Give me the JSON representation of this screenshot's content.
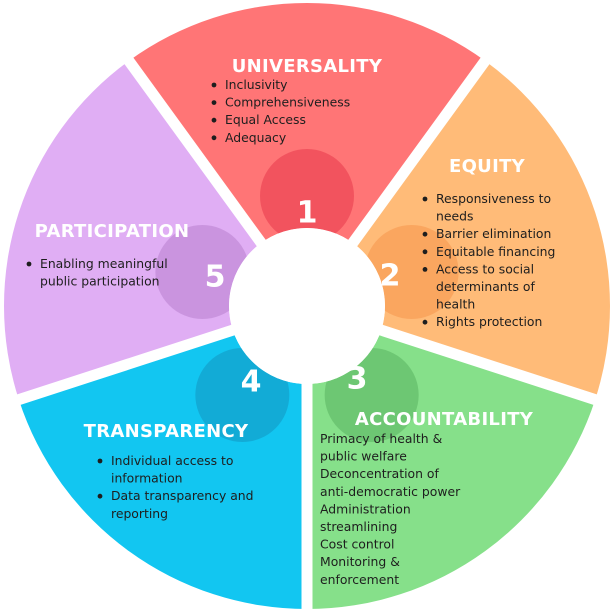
{
  "segments": [
    {
      "id": "universality",
      "number": "1",
      "title": "UNIVERSALITY",
      "color": "#FF7576",
      "bubble_color": "#F04E5A",
      "items": [
        [
          "Inclusivity"
        ],
        [
          "Comprehensiveness"
        ],
        [
          "Equal Access"
        ],
        [
          "Adequacy"
        ]
      ]
    },
    {
      "id": "equity",
      "number": "2",
      "title": "EQUITY",
      "color": "#FFBB78",
      "bubble_color": "#F9A25A",
      "items": [
        [
          "Responsiveness to",
          "needs"
        ],
        [
          "Barrier elimination"
        ],
        [
          "Equitable financing"
        ],
        [
          "Access to social",
          "determinants of",
          "health"
        ],
        [
          "Rights protection"
        ]
      ]
    },
    {
      "id": "accountability",
      "number": "3",
      "title": "ACCOUNTABILITY",
      "color": "#86E08A",
      "bubble_color": "#68C26E",
      "items": [
        [
          "Primacy of health &",
          "public welfare"
        ],
        [
          "Deconcentration of",
          "anti-democratic power"
        ],
        [
          "Administration",
          "streamlining"
        ],
        [
          "Cost control"
        ],
        [
          "Monitoring &",
          "enforcement"
        ]
      ]
    },
    {
      "id": "transparency",
      "number": "4",
      "title": "TRANSPARENCY",
      "color": "#12C6F1",
      "bubble_color": "#13A6D1",
      "items": [
        [
          "Individual access to",
          "information"
        ],
        [
          "Data transparency and",
          "reporting"
        ]
      ]
    },
    {
      "id": "participation",
      "number": "5",
      "title": "PARTICIPATION",
      "color": "#E0AEF4",
      "bubble_color": "#C68FDA",
      "items": [
        [
          "Enabling meaningful",
          "public participation"
        ]
      ]
    }
  ]
}
